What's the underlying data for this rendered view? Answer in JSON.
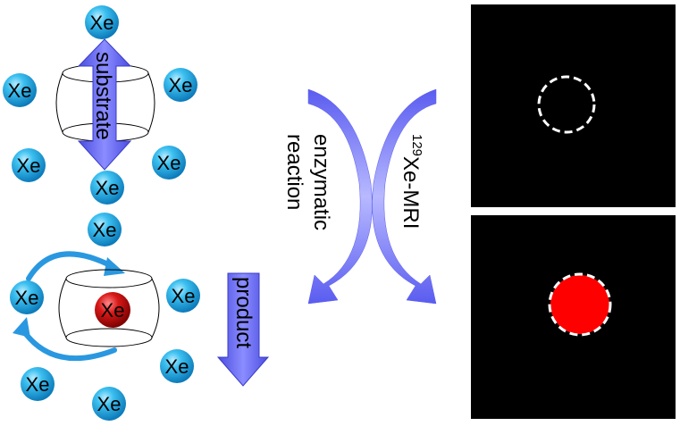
{
  "atom_label": "Xe",
  "labels": {
    "substrate": "substrate",
    "product": "product",
    "enzymatic_line1": "enzymatic",
    "enzymatic_line2": "reaction",
    "mri_superscript": "129",
    "mri_text": "Xe-MRI"
  },
  "colors": {
    "xenon_free": "#1aa6dc",
    "xenon_bound": "#c40f0f",
    "arrow_purple": "#6a6cf0",
    "exchange_arrow": "#2a98e0",
    "mri_background": "#000000",
    "mri_signal": "#ff0000",
    "mri_outline": "#ffffff"
  }
}
